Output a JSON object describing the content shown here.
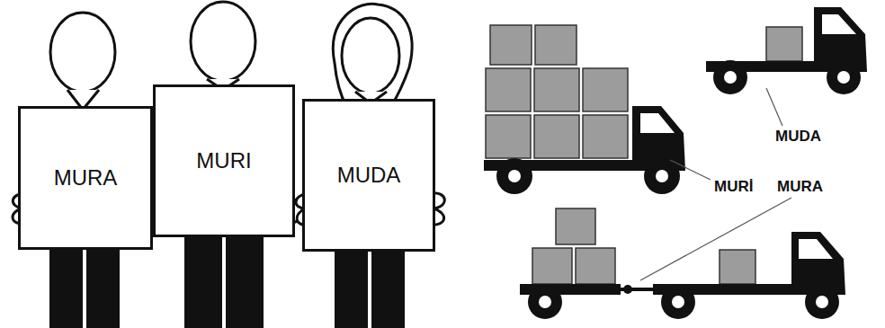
{
  "diagram": {
    "nodes": [
      {
        "text": [
          "MURA"
        ]
      },
      {
        "text": [
          "MURI"
        ]
      },
      {
        "text": [
          "MUDA"
        ]
      }
    ],
    "labels": [
      "MUDA",
      "MURİ",
      "MURA"
    ]
  }
}
